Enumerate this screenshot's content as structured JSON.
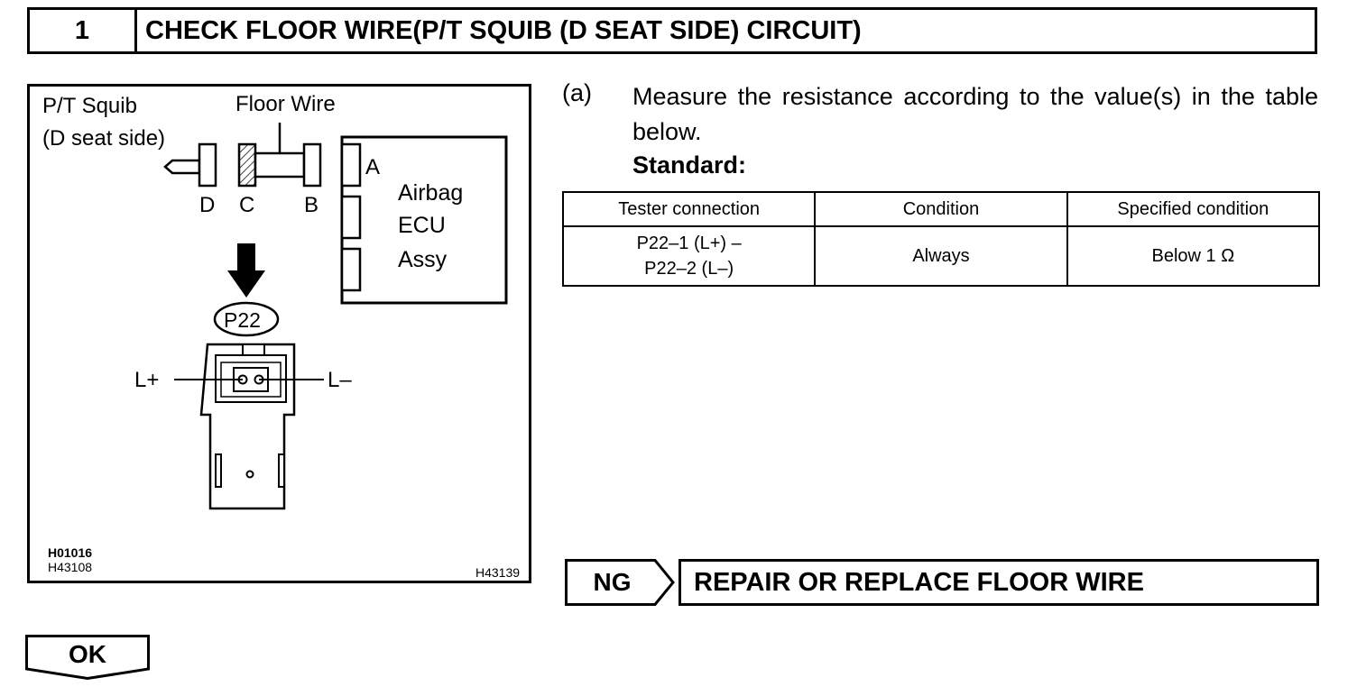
{
  "header": {
    "step_number": "1",
    "title": "CHECK FLOOR WIRE(P/T SQUIB (D SEAT SIDE) CIRCUIT)"
  },
  "figure": {
    "squib_label_line1": "P/T Squib",
    "squib_label_line2": "(D seat side)",
    "floor_wire_label": "Floor Wire",
    "connector_d": "D",
    "connector_c": "C",
    "connector_b": "B",
    "connector_a": "A",
    "ecu_line1": "Airbag",
    "ecu_line2": "ECU",
    "ecu_line3": "Assy",
    "connector_id": "P22",
    "terminal_plus": "L+",
    "terminal_minus": "L–",
    "code1": "H01016",
    "code2": "H43108",
    "code3": "H43139"
  },
  "instruction": {
    "marker": "(a)",
    "text": "Measure the resistance according to the value(s) in the table below.",
    "standard_label": "Standard:"
  },
  "spec_table": {
    "headers": [
      "Tester connection",
      "Condition",
      "Specified condition"
    ],
    "row": {
      "connection_line1": "P22–1 (L+) –",
      "connection_line2": "P22–2 (L–)",
      "condition": "Always",
      "specified": "Below 1 Ω"
    }
  },
  "ng_branch": {
    "label": "NG",
    "result": "REPAIR OR REPLACE FLOOR WIRE"
  },
  "ok_branch": {
    "label": "OK"
  }
}
